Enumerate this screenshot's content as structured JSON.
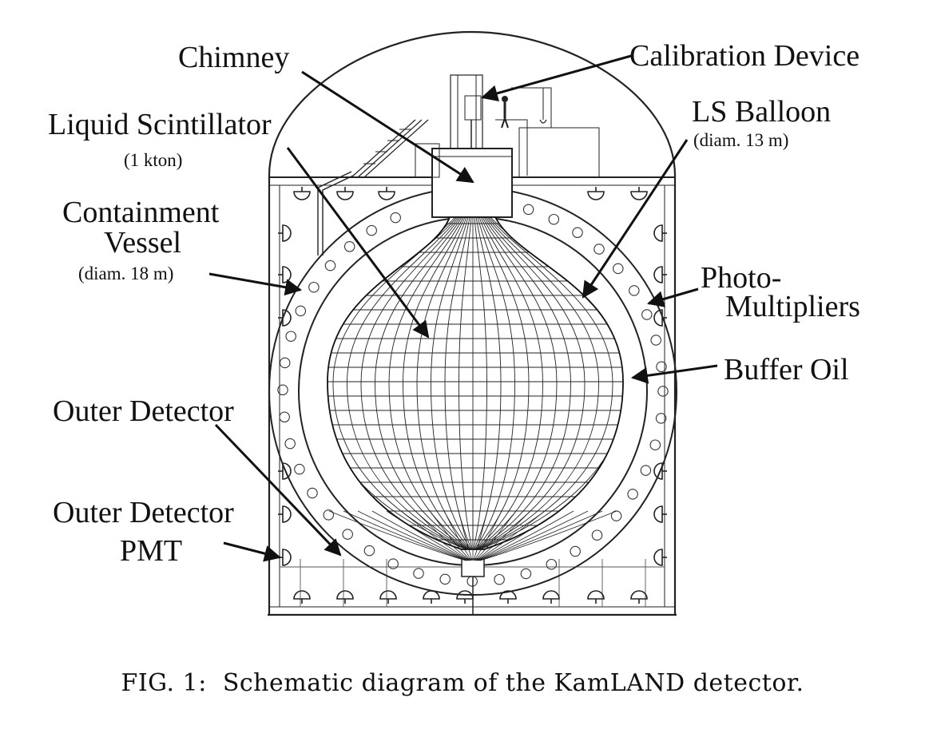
{
  "labels": {
    "chimney": "Chimney",
    "calibration_device": "Calibration Device",
    "liquid_scintillator": "Liquid Scintillator",
    "liquid_scintillator_note": "(1 kton)",
    "ls_balloon": "LS Balloon",
    "ls_balloon_note": "(diam. 13 m)",
    "containment_vessel_line1": "Containment",
    "containment_vessel_line2": "Vessel",
    "containment_vessel_note": "(diam. 18 m)",
    "photomultipliers_line1": "Photo-",
    "photomultipliers_line2": "Multipliers",
    "buffer_oil": "Buffer Oil",
    "outer_detector": "Outer Detector",
    "outer_detector_pmt_line1": "Outer Detector",
    "outer_detector_pmt_line2": "PMT"
  },
  "caption": {
    "label": "FIG. 1:",
    "text": "Schematic diagram of the KamLAND detector."
  },
  "colors": {
    "ink": "#111111",
    "background": "#ffffff"
  }
}
